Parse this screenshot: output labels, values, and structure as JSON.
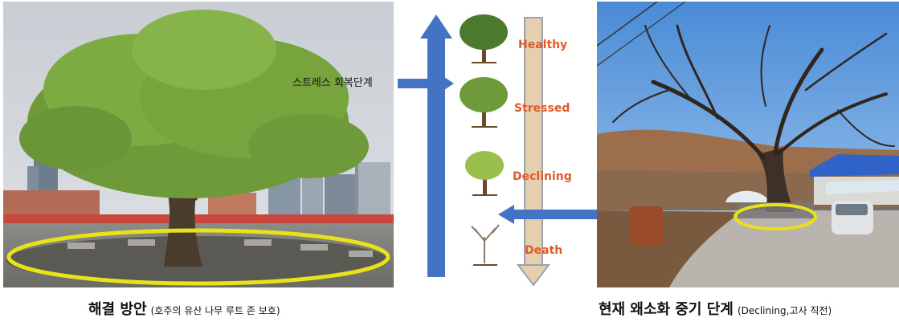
{
  "captions": {
    "left_main": "해결 방안",
    "left_sub": "(호주의 유산 나무 루트 존 보호)",
    "right_main": "현재 왜소화 중기 단계",
    "right_sub": "(Declining,고사 직전)"
  },
  "diagram": {
    "arrow_label": "스트레스 회복단계",
    "stages": [
      "Healthy",
      "Stressed",
      "Declining",
      "Death"
    ],
    "colors": {
      "blue_arrow": "#4472c4",
      "tan_arrow": "#e6cfae",
      "stage_text": "#e05a2b",
      "highlight_ellipse": "#e9e21a"
    }
  },
  "photos": {
    "left": "city-plaza-tree-photo",
    "right": "village-declining-tree-photo"
  }
}
